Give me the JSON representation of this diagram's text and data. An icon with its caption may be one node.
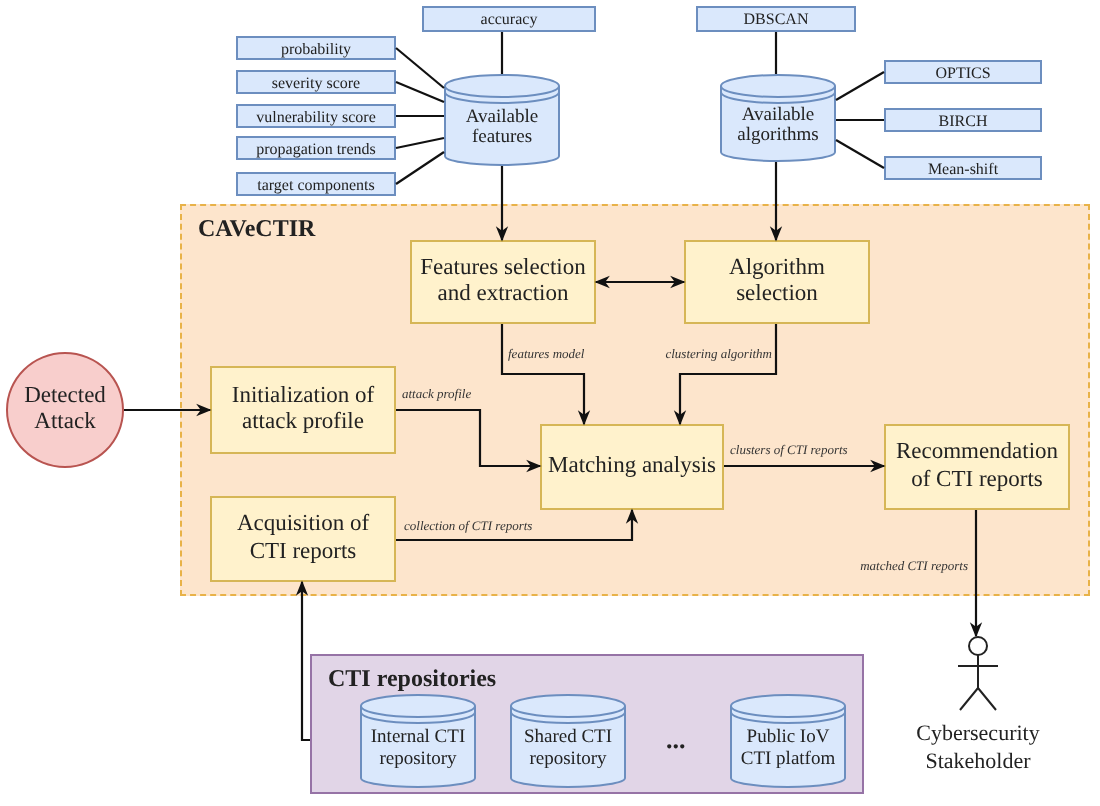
{
  "diagram": {
    "nodes": [
      {
        "text": [
          "accuracy"
        ]
      },
      {
        "text": [
          "probability"
        ]
      },
      {
        "text": [
          "severity score"
        ]
      },
      {
        "text": [
          "vulnerability score"
        ]
      },
      {
        "text": [
          "propagation trends"
        ]
      },
      {
        "text": [
          "target components"
        ]
      },
      {
        "text": [
          "Available features"
        ]
      },
      {
        "text": [
          "DBSCAN"
        ]
      },
      {
        "text": [
          "Available algorithms"
        ]
      },
      {
        "text": [
          "OPTICS"
        ]
      },
      {
        "text": [
          "BIRCH"
        ]
      },
      {
        "text": [
          "Mean-shift"
        ]
      },
      {
        "text": [
          "CAVeCTIR"
        ]
      },
      {
        "text": [
          "Features selection and extraction"
        ],
        "in": 12
      },
      {
        "text": [
          "Algorithm selection"
        ],
        "in": 12
      },
      {
        "text": [
          "Detected Attack"
        ]
      },
      {
        "text": [
          "Initialization of attack profile"
        ],
        "in": 12
      },
      {
        "text": [
          "Matching analysis"
        ],
        "in": 12
      },
      {
        "text": [
          "Recommendation of CTI reports"
        ],
        "in": 12
      },
      {
        "text": [
          "Acquisition of CTI reports"
        ],
        "in": 12
      },
      {
        "text": [
          "CTI repositories"
        ]
      },
      {
        "text": [
          "Internal CTI repository"
        ],
        "in": 20
      },
      {
        "text": [
          "Shared CTI repository"
        ],
        "in": 20
      },
      {
        "text": [
          "Public IoV CTI platfom"
        ],
        "in": 20
      },
      {
        "text": [
          "Cybersecurity Stakeholder"
        ]
      }
    ],
    "edges": [
      {
        "from": 0,
        "to": 6,
        "arrow": "none"
      },
      {
        "from": 1,
        "to": 6,
        "arrow": "none"
      },
      {
        "from": 2,
        "to": 6,
        "arrow": "none"
      },
      {
        "from": 3,
        "to": 6,
        "arrow": "none"
      },
      {
        "from": 4,
        "to": 6,
        "arrow": "none"
      },
      {
        "from": 5,
        "to": 6,
        "arrow": "none"
      },
      {
        "from": 7,
        "to": 8,
        "arrow": "none"
      },
      {
        "from": 8,
        "to": 9,
        "arrow": "none"
      },
      {
        "from": 8,
        "to": 10,
        "arrow": "none"
      },
      {
        "from": 8,
        "to": 11,
        "arrow": "none"
      },
      {
        "from": 6,
        "to": 13,
        "arrow": "to"
      },
      {
        "from": 8,
        "to": 14,
        "arrow": "to"
      },
      {
        "from": 13,
        "to": 14,
        "arrow": "both"
      },
      {
        "from": 15,
        "to": 16,
        "arrow": "to"
      },
      {
        "from": 16,
        "to": 17,
        "arrow": "to",
        "label": "attack profile"
      },
      {
        "from": 13,
        "to": 17,
        "arrow": "to",
        "label": "features model"
      },
      {
        "from": 14,
        "to": 17,
        "arrow": "to",
        "label": "clustering algorithm"
      },
      {
        "from": 19,
        "to": 17,
        "arrow": "to",
        "label": "collection of CTI reports"
      },
      {
        "from": 17,
        "to": 18,
        "arrow": "to",
        "label": "clusters of CTI reports"
      },
      {
        "from": 18,
        "to": 24,
        "arrow": "to",
        "label": "matched CTI reports"
      },
      {
        "from": 20,
        "to": 19,
        "arrow": "to"
      }
    ],
    "labels": [
      "..."
    ]
  }
}
